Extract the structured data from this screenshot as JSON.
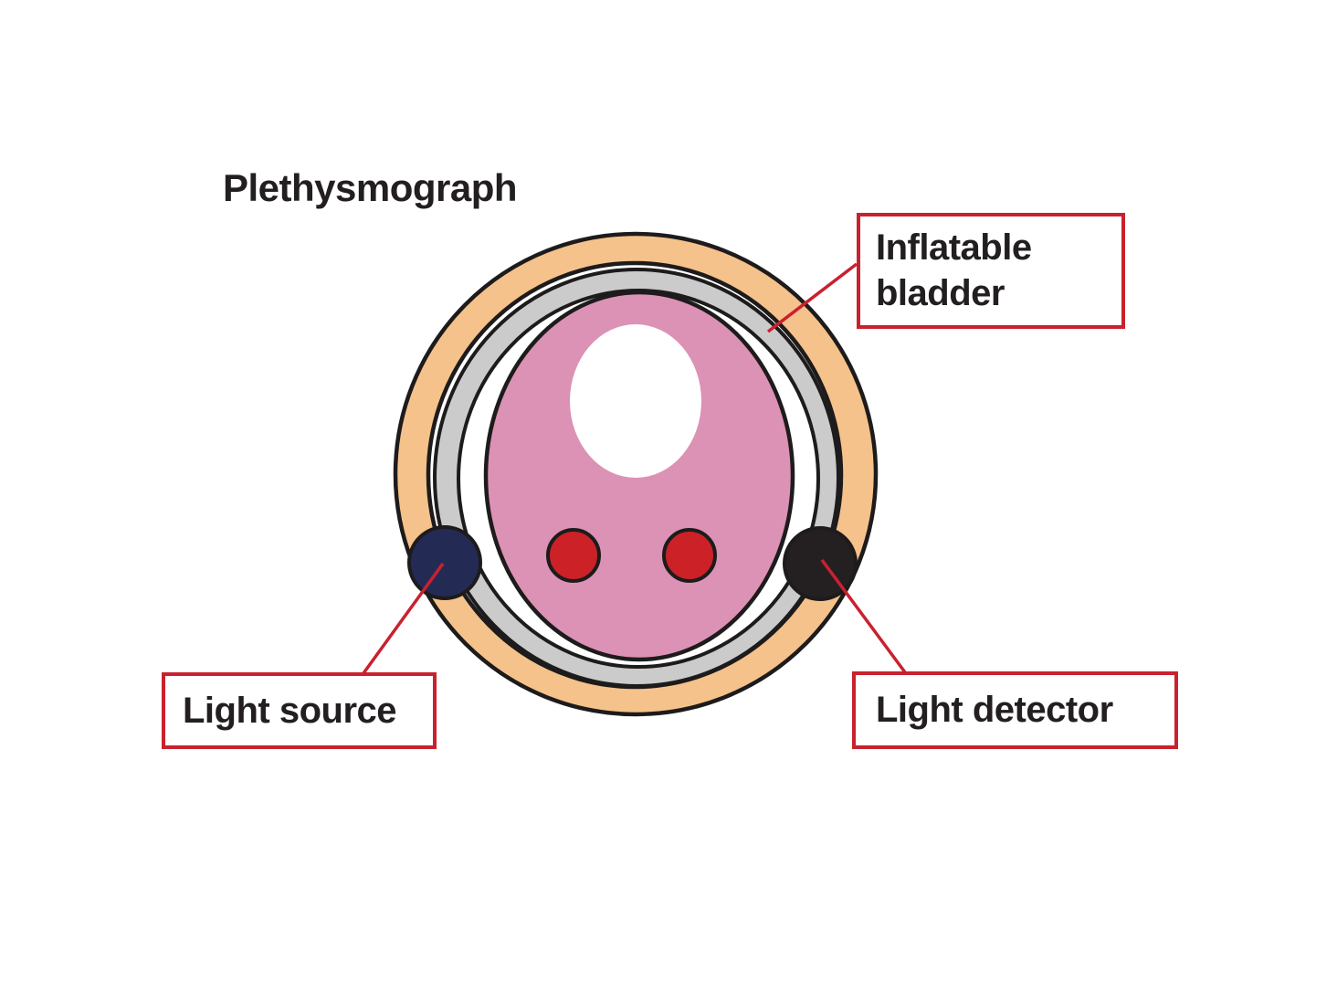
{
  "title": "Plethysmograph",
  "labels": {
    "inflatable_bladder": "Inflatable bladder",
    "light_source": "Light source",
    "light_detector": "Light detector"
  },
  "colors": {
    "cuff_orange": "#F5C28B",
    "bladder_gray": "#CBCBCB",
    "tissue_pink": "#DC92B4",
    "bone_white": "#FFFFFF",
    "artery_red": "#CC2127",
    "light_source_navy": "#232B55",
    "light_detector_black": "#242021",
    "callout_red": "#C9212F",
    "outline_black": "#1D1B1B",
    "text_dark": "#231F20",
    "background": "#FFFFFF"
  }
}
